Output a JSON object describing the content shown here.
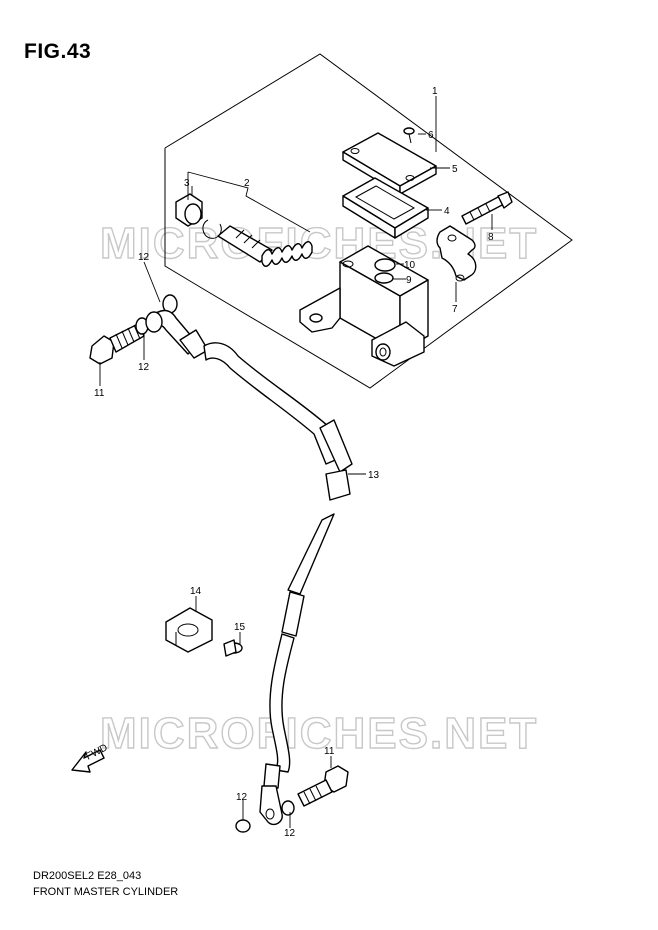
{
  "figure": {
    "title": "FIG.43",
    "code": "DR200SEL2 E28_043",
    "name": "FRONT MASTER CYLINDER",
    "watermark": "MICROFICHES.NET",
    "arrow_label": "FWD"
  },
  "callouts": [
    "1",
    "2",
    "3",
    "4",
    "5",
    "6",
    "7",
    "8",
    "9",
    "10",
    "11",
    "11",
    "12",
    "12",
    "12",
    "12",
    "13",
    "14",
    "15"
  ]
}
